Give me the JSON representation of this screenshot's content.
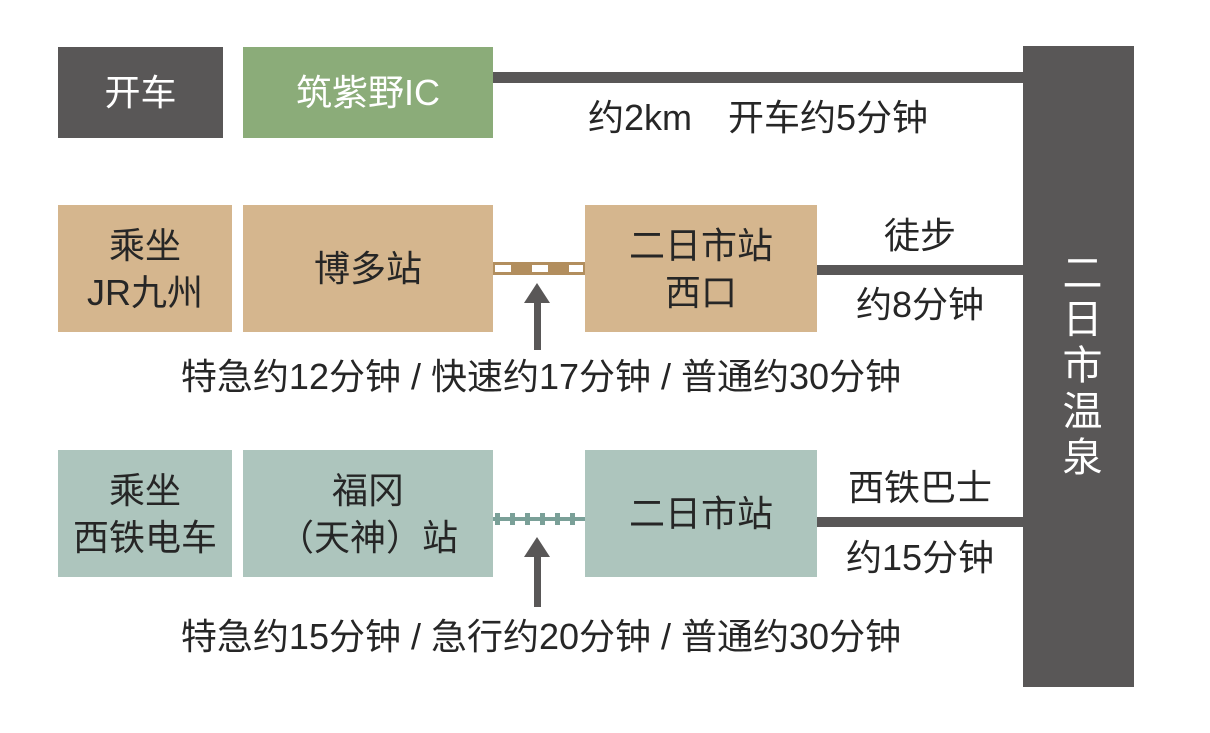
{
  "destination": {
    "label": "二日市温泉"
  },
  "row_car": {
    "method": "开车",
    "ic": "筑紫野IC",
    "note": "约2km　开车约5分钟"
  },
  "row_jr": {
    "method_line1": "乘坐",
    "method_line2": "JR九州",
    "from": "博多站",
    "to_line1": "二日市站",
    "to_line2": "西口",
    "walk_top": "徒步",
    "walk_bottom": "约8分钟",
    "note": "特急约12分钟 / 快速约17分钟 / 普通约30分钟"
  },
  "row_nishitetsu": {
    "method_line1": "乘坐",
    "method_line2": "西铁电车",
    "from_line1": "福冈",
    "from_line2": "（天神）站",
    "to": "二日市站",
    "bus_top": "西铁巴士",
    "bus_bottom": "约15分钟",
    "note": "特急约15分钟 / 急行约20分钟 / 普通约30分钟"
  },
  "colors": {
    "dark_gray": "#595757",
    "green": "#8bac79",
    "tan_box": "#d5b68e",
    "tan_rail": "#b28e5e",
    "teal_box": "#adc5bd",
    "teal_rail": "#7aa098",
    "text": "#262626",
    "white_text": "#ffffff"
  }
}
